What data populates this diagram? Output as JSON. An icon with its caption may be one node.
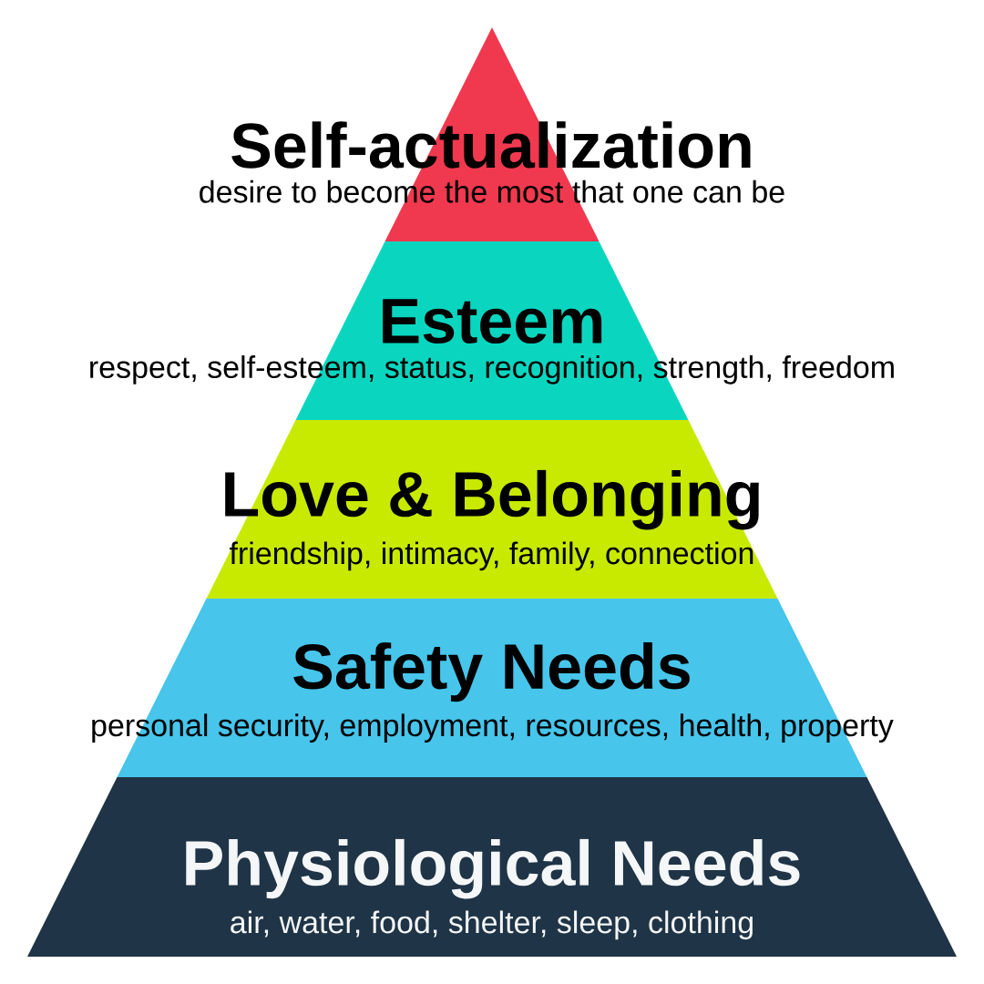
{
  "diagram": {
    "nodes": [
      {
        "text": [
          "Self-actualization",
          "desire to become the most that one can be"
        ]
      },
      {
        "text": [
          "Esteem",
          "respect, self-esteem, status, recognition, strength, freedom"
        ]
      },
      {
        "text": [
          "Love & Belonging",
          "friendship, intimacy, family, connection"
        ]
      },
      {
        "text": [
          "Safety Needs",
          "personal security, employment, resources, health, property"
        ]
      },
      {
        "text": [
          "Physiological Needs",
          "air, water, food, shelter, sleep, clothing"
        ]
      }
    ]
  }
}
